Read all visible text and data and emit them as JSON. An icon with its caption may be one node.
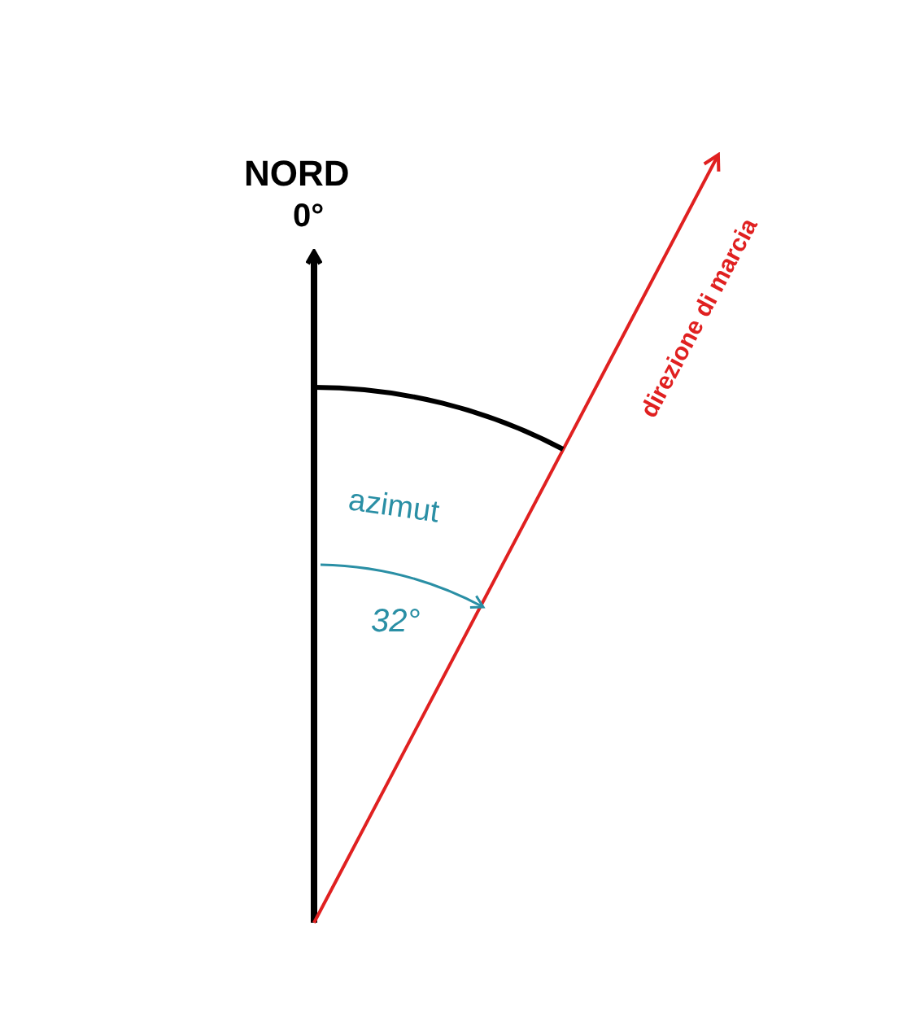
{
  "diagram": {
    "labels": [
      "NORD",
      "0°",
      "direzione di marcia",
      "azimut",
      "32°"
    ]
  }
}
